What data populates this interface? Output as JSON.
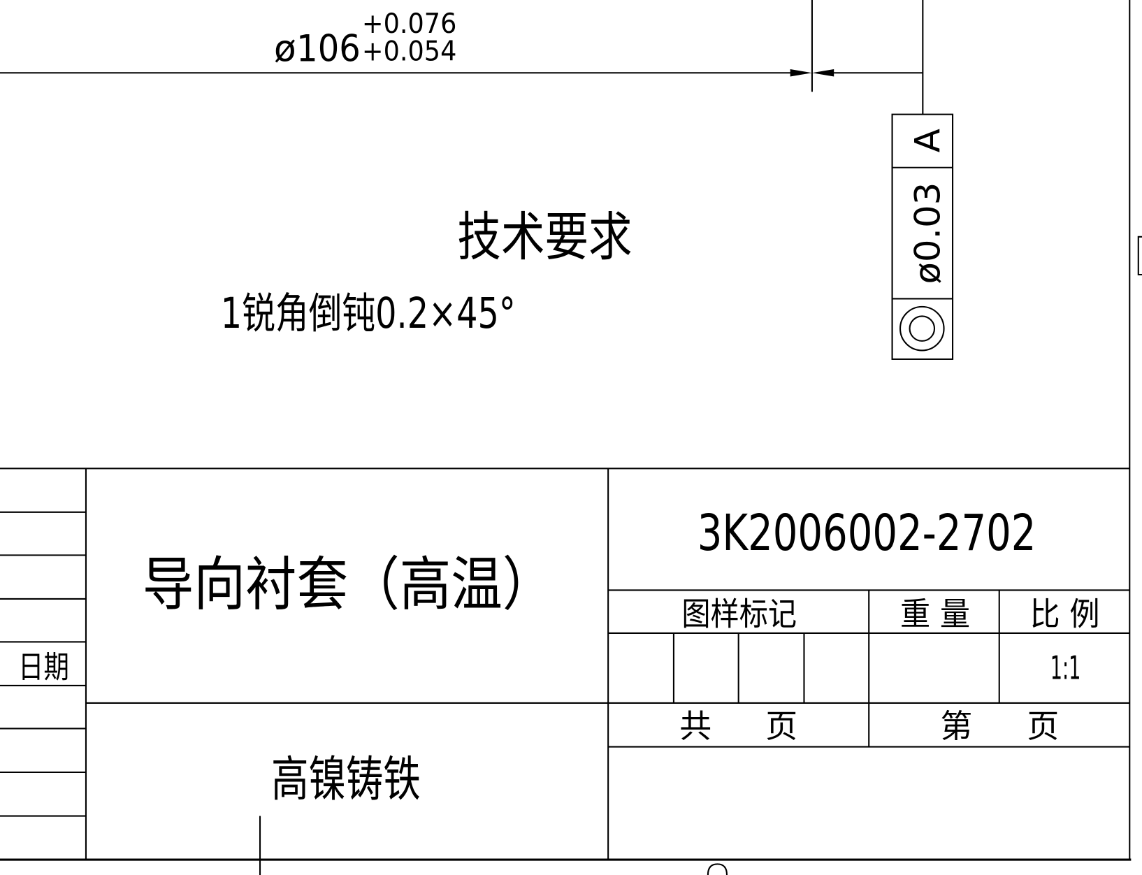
{
  "dimension": {
    "diameter_symbol": "ø",
    "nominal": "106",
    "upper_tolerance": "+0.076",
    "lower_tolerance": "+0.054"
  },
  "tolerance_frame": {
    "symbol": "concentricity",
    "value": "ø0.03",
    "datum": "A"
  },
  "notes": {
    "heading": "技术要求",
    "items": [
      "1锐角倒钝0.2×45°"
    ]
  },
  "title_block": {
    "part_name": "导向衬套（高温）",
    "drawing_number": "3K2006002-2702",
    "material": "高镍铸铁",
    "date_label": "日期",
    "pattern_mark_label": "图样标记",
    "weight_label": "重  量",
    "scale_label": "比  例",
    "scale_value": "1:1",
    "total_label": "共",
    "page_label_1": "页",
    "sheet_label": "第",
    "page_label_2": "页"
  }
}
